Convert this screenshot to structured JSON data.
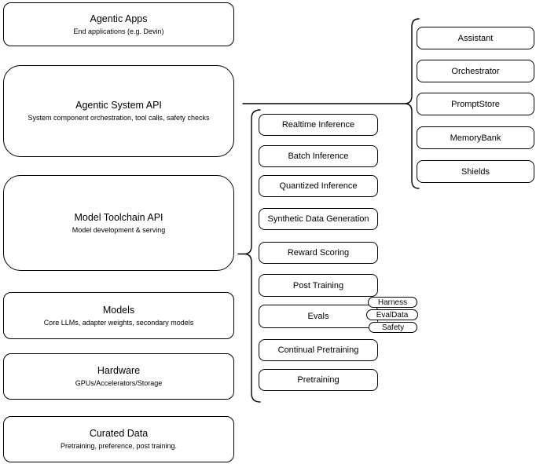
{
  "canvas": {
    "bg": "#ffffff",
    "stroke": "#000000",
    "text": "#000000"
  },
  "left_stack": [
    {
      "title": "Agentic Apps",
      "subtitle": "End applications (e.g. Devin)"
    },
    {
      "title": "Agentic System API",
      "subtitle": "System component orchestration, tool calls, safety checks"
    },
    {
      "title": "Model Toolchain API",
      "subtitle": "Model development & serving"
    },
    {
      "title": "Models",
      "subtitle": "Core LLMs, adapter weights, secondary models"
    },
    {
      "title": "Hardware",
      "subtitle": "GPUs/Accelerators/Storage"
    },
    {
      "title": "Curated Data",
      "subtitle": "Pretraining, preference, post training."
    }
  ],
  "toolchain_group": {
    "items": [
      "Realtime Inference",
      "Batch Inference",
      "Quantized Inference",
      "Synthetic Data Generation",
      "Reward Scoring",
      "Post Training",
      "Evals",
      "Continual Pretraining",
      "Pretraining"
    ],
    "eval_tags": [
      "Harness",
      "EvalData",
      "Safety"
    ]
  },
  "system_group": {
    "items": [
      "Assistant",
      "Orchestrator",
      "PromptStore",
      "MemoryBank",
      "Shields"
    ]
  }
}
